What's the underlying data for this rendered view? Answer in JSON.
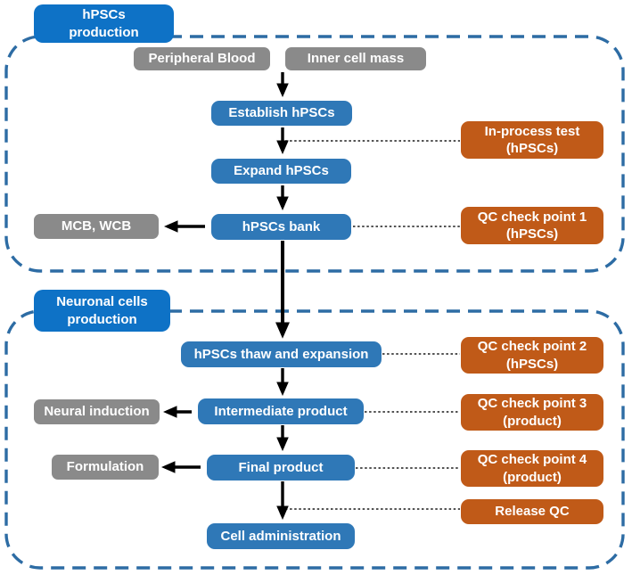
{
  "colors": {
    "section_header_blue": "#0e72c6",
    "step_blue": "#2f78b7",
    "material_gray": "#8a8a8a",
    "qc_orange": "#c05a18",
    "frame_dash_blue": "#2d6ca4",
    "arrow_black": "#000000"
  },
  "section1": {
    "title": "hPSCs\nproduction",
    "sources": [
      "Peripheral Blood",
      "Inner cell mass"
    ],
    "steps": [
      "Establish hPSCs",
      "Expand hPSCs",
      "hPSCs bank"
    ],
    "side_output": "MCB, WCB",
    "qc": [
      "In-process test\n(hPSCs)",
      "QC check point 1\n(hPSCs)"
    ]
  },
  "section2": {
    "title": "Neuronal cells\nproduction",
    "steps": [
      "hPSCs thaw and expansion",
      "Intermediate product",
      "Final product",
      "Cell administration"
    ],
    "side_outputs": [
      "Neural induction",
      "Formulation"
    ],
    "qc": [
      "QC check point 2\n(hPSCs)",
      "QC check point 3\n(product)",
      "QC check point 4\n(product)",
      "Release QC"
    ]
  }
}
